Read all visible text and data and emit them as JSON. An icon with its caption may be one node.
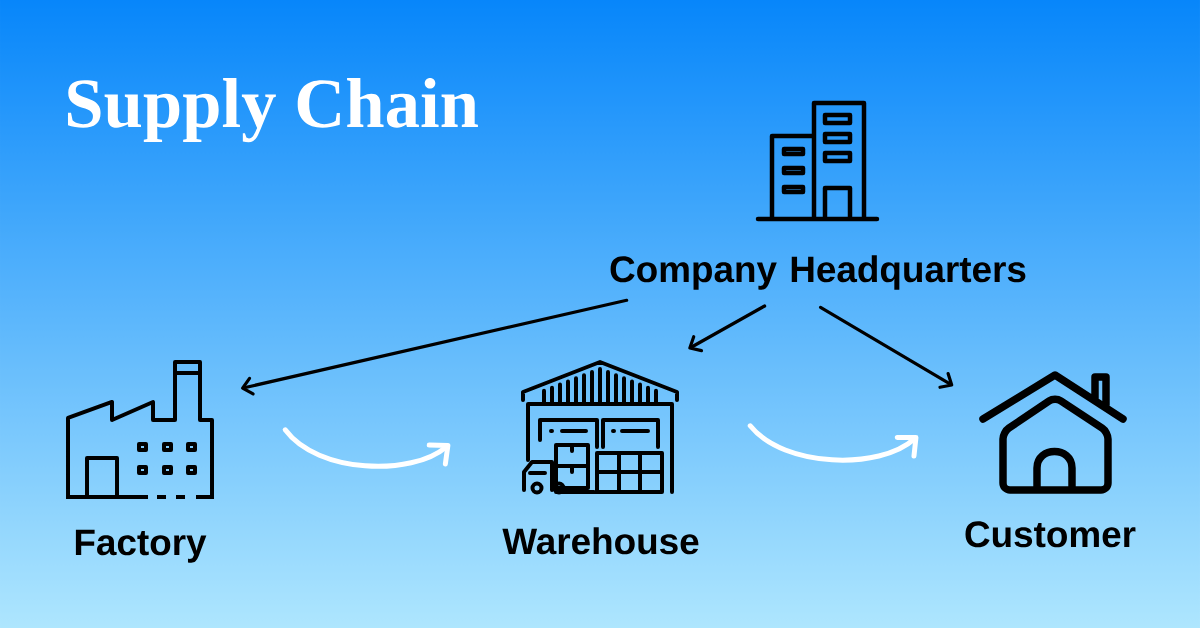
{
  "diagram": {
    "title": "Supply Chain",
    "nodes": [
      {
        "text": [
          "Company Headquarters"
        ]
      },
      {
        "text": [
          "Factory"
        ]
      },
      {
        "text": [
          "Warehouse"
        ]
      },
      {
        "text": [
          "Customer"
        ]
      }
    ],
    "edges": [
      {
        "from": 0,
        "to": 1,
        "arrow": "to"
      },
      {
        "from": 0,
        "to": 2,
        "arrow": "to"
      },
      {
        "from": 0,
        "to": 3,
        "arrow": "to"
      },
      {
        "from": 1,
        "to": 2,
        "arrow": "to",
        "color": "#ffffff"
      },
      {
        "from": 2,
        "to": 3,
        "arrow": "to",
        "color": "#ffffff"
      }
    ]
  }
}
